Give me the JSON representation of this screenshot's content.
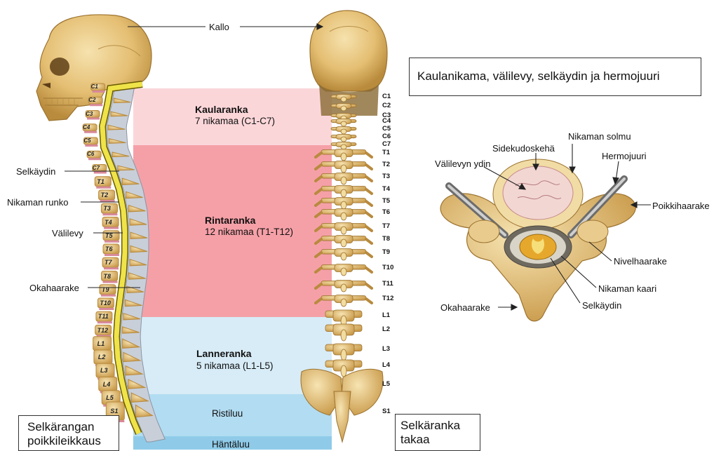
{
  "left_labels": {
    "kallo": "Kallo",
    "selkaydin": "Selkäydin",
    "nikaman_runko": "Nikaman runko",
    "valilevy": "Välilevy",
    "okahaarake": "Okahaarake"
  },
  "regions": [
    {
      "title": "Kaularanka",
      "sub": "7 nikamaa (C1-C7)",
      "color": "#fbd6d9"
    },
    {
      "title": "Rintaranka",
      "sub": "12 nikamaa (T1-T12)",
      "color": "#f5a0a7"
    },
    {
      "title": "Lanneranka",
      "sub": "5 nikamaa (L1-L5)",
      "color": "#d7ecf7"
    },
    {
      "title": "",
      "sub": "Ristiluu",
      "color": "#b2dcf1"
    },
    {
      "title": "",
      "sub": "Häntäluu",
      "color": "#8fcbe9"
    }
  ],
  "cross_section_vertebra_labels": [
    "C1",
    "C2",
    "C3",
    "C4",
    "C5",
    "C6",
    "C7",
    "T1",
    "T2",
    "T3",
    "T4",
    "T5",
    "T6",
    "T7",
    "T8",
    "T9",
    "T10",
    "T11",
    "T12",
    "L1",
    "L2",
    "L3",
    "L4",
    "L5",
    "S1"
  ],
  "back_vertebra_labels": [
    "C1",
    "C2",
    "C3",
    "C4",
    "C5",
    "C6",
    "C7",
    "T1",
    "T2",
    "T3",
    "T4",
    "T5",
    "T6",
    "T7",
    "T8",
    "T9",
    "T10",
    "T11",
    "T12",
    "L1",
    "L2",
    "L3",
    "L4",
    "L5",
    "S1"
  ],
  "box_left": "Selkärangan poikkileikkaus",
  "box_middle": "Selkäranka takaa",
  "box_right": "Kaulanikama, välilevy, selkäydin ja hermojuuri",
  "detail_labels": {
    "nikaman_solmu": "Nikaman solmu",
    "sidekudoskeha": "Sidekudoskehä",
    "hermojuuri": "Hermojuuri",
    "valilevyn_ydin": "Välilevyn ydin",
    "poikkihaarake": "Poikkihaarake",
    "nivelhaarake": "Nivelhaarake",
    "nikaman_kaari": "Nikaman kaari",
    "okahaarake": "Okahaarake",
    "selkaydin": "Selkäydin"
  },
  "colors": {
    "bone": "#e8c77f",
    "bone_dark": "#b88a3e",
    "cord": "#efe34a",
    "disc": "#d8899a"
  }
}
